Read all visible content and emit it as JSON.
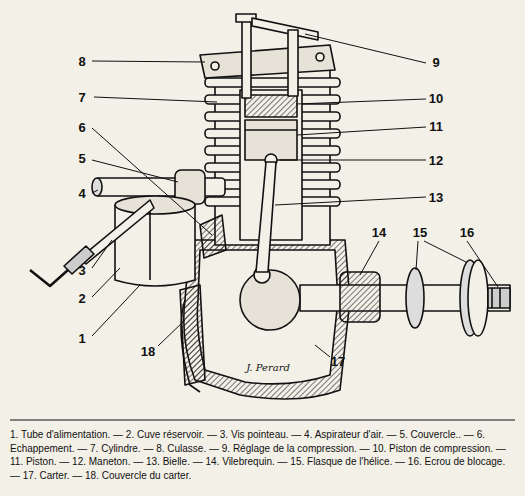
{
  "diagram": {
    "caption": "1. Tube d'alimentation. — 2. Cuve réservoir. — 3. Vis pointeau. — 4. Aspirateur d'air. — 5. Couvercle.. — 6. Echappement. — 7. Cylindre. — 8. Culasse. — 9. Réglage de la compression. — 10. Piston de compression. — 11. Piston. — 12. Maneton. — 13. Bielle. — 14. Vilebrequin. — 15. Flasque de l'hélice. — 16. Ecrou de blocage. — 17. Carter. — 18. Couvercle du carter.",
    "labels": [
      "8",
      "9",
      "7",
      "10",
      "6",
      "11",
      "5",
      "12",
      "4",
      "13",
      "14",
      "15",
      "16",
      "3",
      "2",
      "1",
      "18",
      "17",
      "J. Perard"
    ]
  }
}
